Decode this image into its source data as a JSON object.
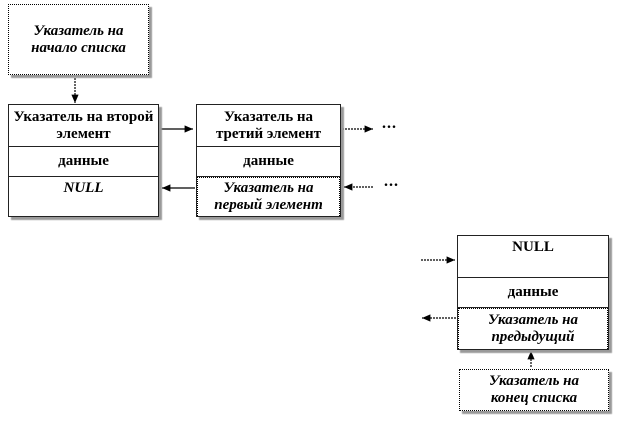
{
  "head_pointer": {
    "label": "Указатель на начало списка"
  },
  "node1": {
    "next": "Указатель на второй элемент",
    "data": "данные",
    "prev": "NULL"
  },
  "node2": {
    "next": "Указатель на третий элемент",
    "data": "данные",
    "prev": "Указатель на первый элемент"
  },
  "continuation_top": "...",
  "continuation_bottom": "...",
  "last_node": {
    "next": "NULL",
    "data": "данные",
    "prev": "Указатель на предыдущий"
  },
  "tail_pointer": {
    "label": "Указатель на конец списка"
  }
}
